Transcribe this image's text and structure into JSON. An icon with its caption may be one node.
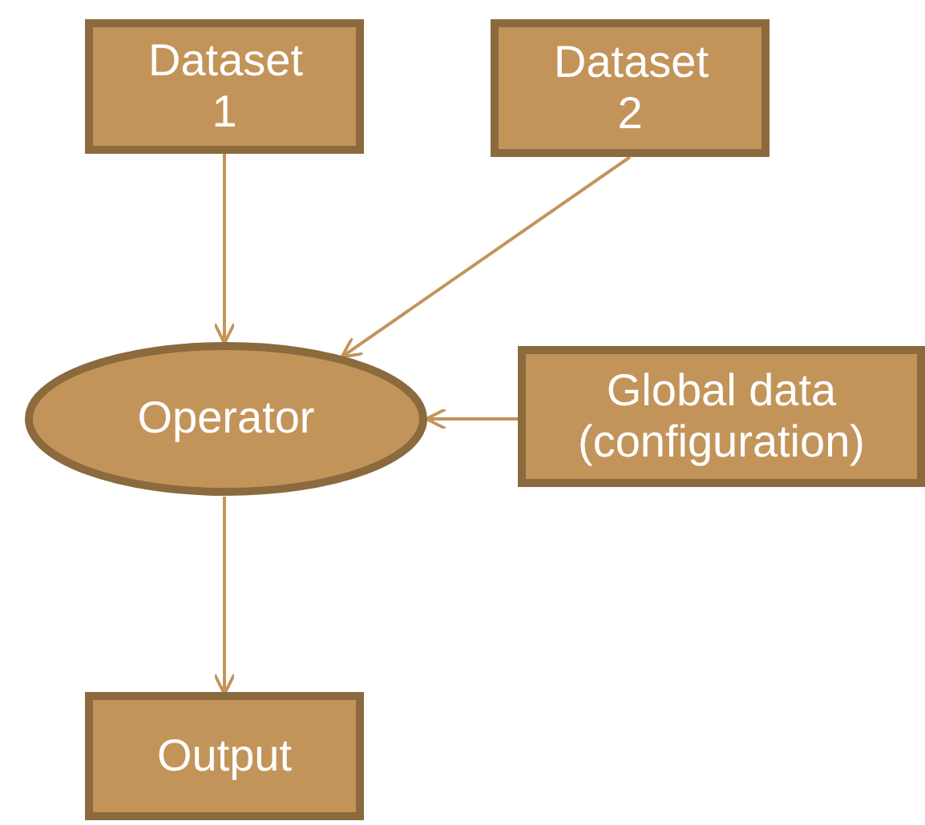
{
  "diagram": {
    "nodes": [
      {
        "text": [
          "Dataset 1"
        ]
      },
      {
        "text": [
          "Dataset 2"
        ]
      },
      {
        "text": [
          "Operator"
        ]
      },
      {
        "text": [
          "Global data (configuration)"
        ]
      },
      {
        "text": [
          "Output"
        ]
      }
    ],
    "edges": [
      {
        "from": 0,
        "to": 2,
        "arrow": "to"
      },
      {
        "from": 1,
        "to": 2,
        "arrow": "to"
      },
      {
        "from": 3,
        "to": 2,
        "arrow": "to"
      },
      {
        "from": 2,
        "to": 4,
        "arrow": "to"
      }
    ]
  }
}
